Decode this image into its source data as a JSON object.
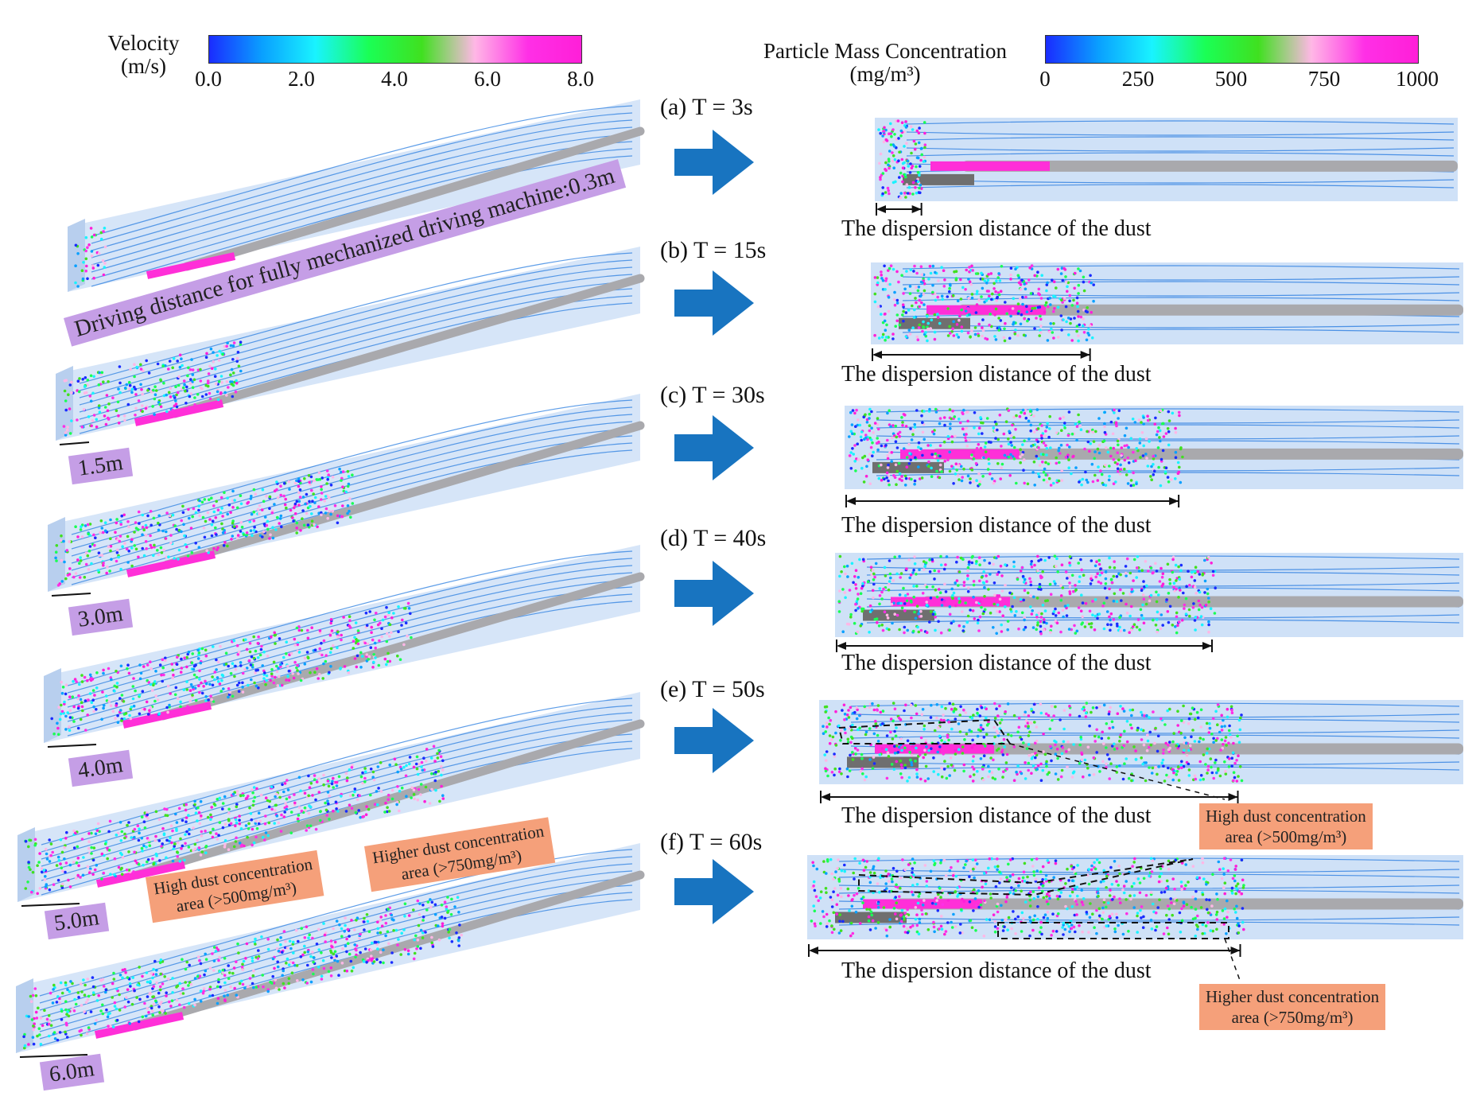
{
  "colorbars": {
    "velocity": {
      "title_line1": "Velocity",
      "title_line2": "(m/s)",
      "ticks": [
        "0.0",
        "2.0",
        "4.0",
        "6.0",
        "8.0"
      ],
      "colors": [
        "#1a2cff",
        "#0aa0ff",
        "#19f3ff",
        "#1aff55",
        "#40e020",
        "#ffb7e6",
        "#ff2fe6",
        "#ff1fd8"
      ]
    },
    "concentration": {
      "title_line1": "Particle Mass Concentration",
      "title_line2": "(mg/m³)",
      "ticks": [
        "0",
        "250",
        "500",
        "750",
        "1000"
      ],
      "colors": [
        "#1a2cff",
        "#0aa0ff",
        "#19f3ff",
        "#1aff55",
        "#40e020",
        "#ffb7e6",
        "#ff2fe6",
        "#ff1fd8"
      ]
    }
  },
  "panels": [
    {
      "label": "(a)  T = 3s",
      "dispersion": "The dispersion distance of the dust",
      "fraction": 0.08
    },
    {
      "label": "(b)  T = 15s",
      "dispersion": "The dispersion distance of the dust",
      "fraction": 0.37
    },
    {
      "label": "(c)  T = 30s",
      "dispersion": "The dispersion distance of the dust",
      "fraction": 0.54
    },
    {
      "label": "(d)  T = 40s",
      "dispersion": "The dispersion distance of the dust",
      "fraction": 0.6
    },
    {
      "label": "(e)  T = 50s",
      "dispersion": "The dispersion distance of the dust",
      "fraction": 0.65
    },
    {
      "label": "(f)  T = 60s",
      "dispersion": "The dispersion distance of the dust",
      "fraction": 0.66
    }
  ],
  "driving_distances": [
    "1.5m",
    "3.0m",
    "4.0m",
    "5.0m",
    "6.0m"
  ],
  "driving_caption": "Driving distance for fully mechanized driving machine:0.3m",
  "annotations": {
    "high_line1": "High dust concentration",
    "high_line2": "area (>500mg/m³)",
    "higher_line1": "Higher dust concentration",
    "higher_line2": "area (>750mg/m³)"
  },
  "colors": {
    "tunnel": "#cfe1f7",
    "arrow": "#1874c0",
    "purple_tag": "#c59ee6",
    "orange_tag": "#f5a07a",
    "duct": "#a9a9ad",
    "dust_high": "#ff2fd8"
  }
}
